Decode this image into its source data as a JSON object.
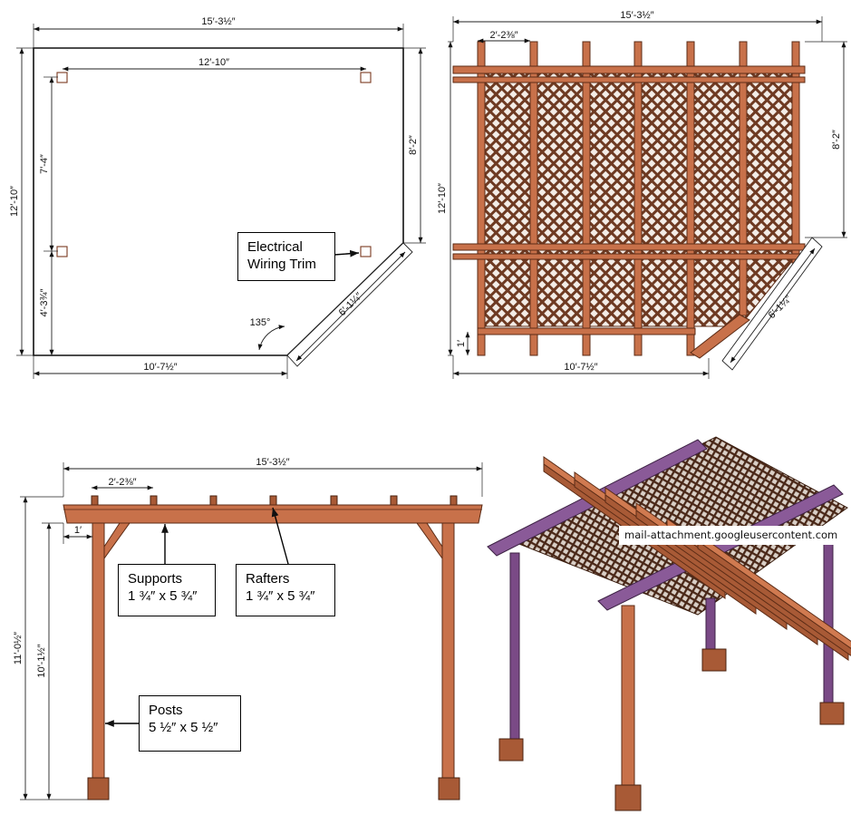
{
  "views": {
    "plan": {
      "dim_overall_width": "15′-3½″",
      "dim_post_span": "12′-10″",
      "dim_depth": "12′-10″",
      "dim_left_upper": "7′-4″",
      "dim_left_lower": "4′-3¾″",
      "dim_right_height": "8′-2″",
      "dim_bottom": "10′-7½″",
      "dim_diagonal": "6′-1¼″",
      "angle": "135°"
    },
    "top": {
      "dim_overall_width": "15′-3½″",
      "dim_spacing": "2′-2⅜″",
      "dim_depth": "12′-10″",
      "dim_right_height": "8′-2″",
      "dim_overhang": "1′",
      "dim_bottom": "10′-7½″",
      "dim_diagonal": "6′-1¼″"
    },
    "front": {
      "dim_overall_width": "15′-3½″",
      "dim_spacing": "2′-2⅜″",
      "dim_overhang": "1′",
      "dim_overall_height": "11′-0½″",
      "dim_post_height": "10′-1½″"
    }
  },
  "callouts": {
    "electrical": {
      "line1": "Electrical",
      "line2": "Wiring Trim"
    },
    "supports": {
      "line1": "Supports",
      "line2": "1 ¾″ x 5 ¾″"
    },
    "rafters": {
      "line1": "Rafters",
      "line2": "1 ¾″ x 5 ¾″"
    },
    "posts": {
      "line1": "Posts",
      "line2": "5 ½″ x 5 ½″"
    }
  },
  "watermark": "mail-attachment.googleusercontent.com",
  "colors": {
    "wood": "#c8714a",
    "wood_dark": "#a85a36",
    "post_purple": "#7a4a86",
    "lattice": "#6e3a22"
  }
}
